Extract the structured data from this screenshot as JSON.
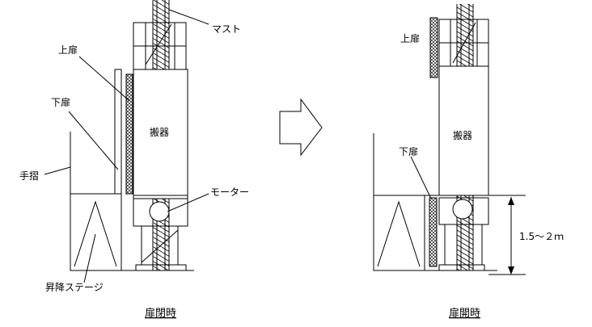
{
  "left": {
    "labels": {
      "mast": "マスト",
      "upper_door": "上扉",
      "lower_door": "下扉",
      "handrail": "手摺",
      "carrier": "搬器",
      "motor": "モーター",
      "lift_stage": "昇降ステージ"
    },
    "caption": "扉閉時"
  },
  "right": {
    "labels": {
      "upper_door": "上扉",
      "carrier": "搬器",
      "lower_door": "下扉",
      "height": "1.5～２ｍ"
    },
    "caption": "扉開時"
  }
}
